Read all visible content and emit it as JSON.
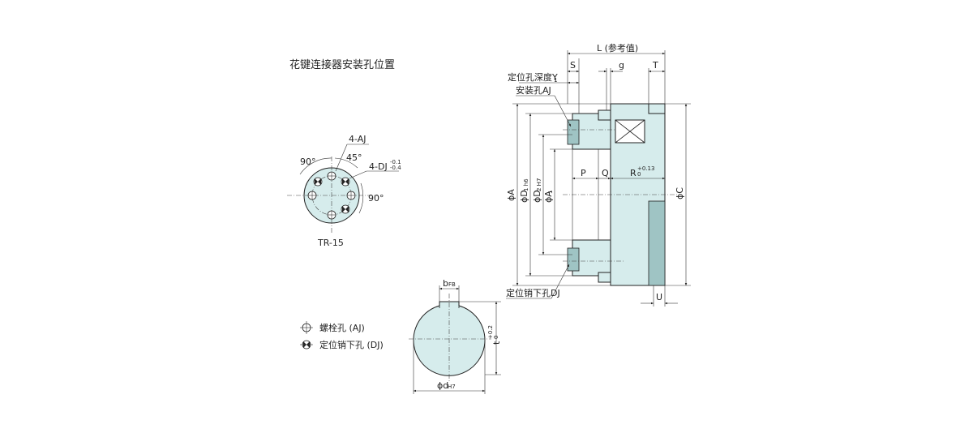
{
  "title": "花键连接器安装孔位置",
  "pattern": {
    "label_4aj": "4-AJ",
    "label_4dj": "4-DJ",
    "tol_4dj_upper": "-0.1",
    "tol_4dj_lower": "-0.4",
    "angle_45": "45°",
    "angle_90_left": "90°",
    "angle_90_right": "90°",
    "model": "TR-15"
  },
  "legend": {
    "bolt_hole": "螺栓孔 (AJ)",
    "dowel_hole": "定位销下孔 (DJ)"
  },
  "keyway": {
    "b_label": "b",
    "b_sub": "FB",
    "t_label": "t",
    "t_tol_upper": "+0.2",
    "t_tol_lower": "0",
    "d_label": "ϕd",
    "d_sub": "H7"
  },
  "section": {
    "L": "L (参考值)",
    "S": "S",
    "g": "g",
    "T": "T",
    "P": "P",
    "Q": "Q",
    "R": "R",
    "R_tol_upper": "+0.13",
    "R_tol_lower": "0",
    "U": "U",
    "Y1": "定位孔深度Y",
    "Y1_sub": "1",
    "AJ": "安装孔AJ",
    "DJ": "定位销下孔DJ",
    "phiA": "ϕA",
    "phiD1": "ϕD",
    "phiD1_sub": "1 h6",
    "phiD2": "ϕD",
    "phiD2_sub": "2 H7",
    "phiA1": "ϕA",
    "phiA1_sub": "1",
    "phiC": "ϕC"
  },
  "colors": {
    "part_fill": "#d6ecec",
    "part_dark": "#9fc4c4",
    "line": "#222222"
  }
}
